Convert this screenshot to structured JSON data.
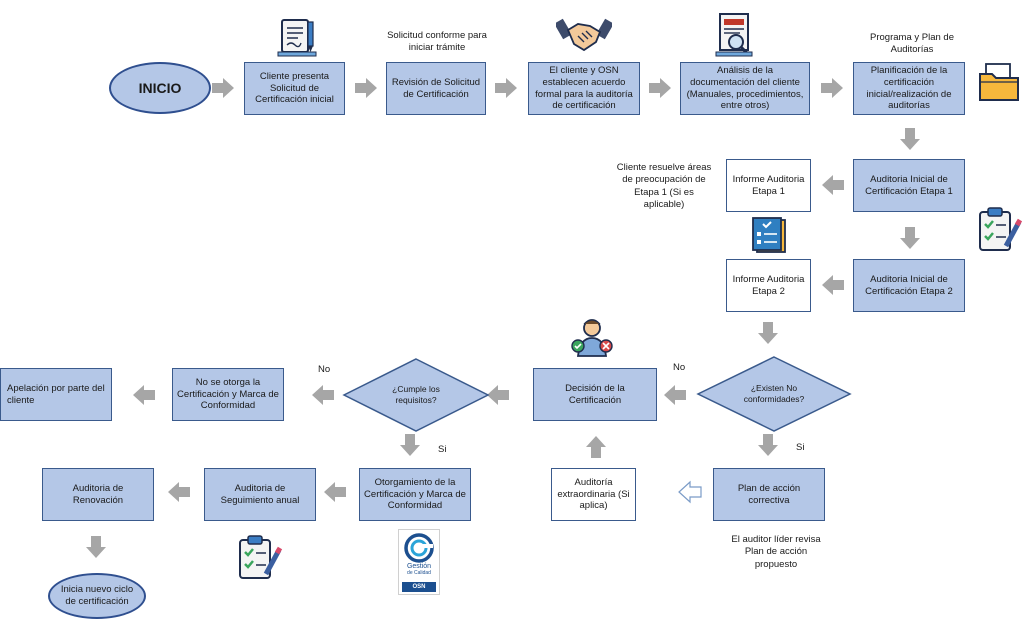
{
  "nodes": {
    "inicio": "INICIO",
    "cliente_presenta": "Cliente presenta Solicitud de Certificación inicial",
    "revision": "Revisión de Solicitud de Certificación",
    "acuerdo": "El cliente y OSN establecen acuerdo formal para la auditoría de certificación",
    "analisis": "Análisis de la documentación del cliente (Manuales, procedimientos, entre otros)",
    "planificacion": "Planificación de la certificación inicial/realización de auditorías",
    "auditoria_e1": "Auditoria Inicial de Certificación Etapa 1",
    "informe_e1": "Informe Auditoria Etapa 1",
    "auditoria_e2": "Auditoria Inicial de Certificación Etapa 2",
    "informe_e2": "Informe Auditoria Etapa 2",
    "existen_nc": "¿Existen No conformidades?",
    "plan_accion": "Plan de acción correctiva",
    "extraordinaria": "Auditoría extraordinaria (Si aplica)",
    "decision": "Decisión de la Certificación",
    "cumple": "¿Cumple los requisitos?",
    "no_otorga": "No se otorga la Certificación y Marca de Conformidad",
    "apelacion": "Apelación por parte del cliente",
    "otorgamiento": "Otorgamiento de la Certificación y Marca de Conformidad",
    "seguimiento": "Auditoria de Seguimiento anual",
    "renovacion": "Auditoria de Renovación",
    "nuevo_ciclo": "Inicia nuevo ciclo de certificación"
  },
  "notes": {
    "solicitud_conforme": "Solicitud conforme para iniciar trámite",
    "programa": "Programa y Plan de Auditorías",
    "cliente_resuelve": "Cliente resuelve áreas de preocupación de Etapa 1 (Si es aplicable)",
    "auditor_revisa": "El auditor líder revisa Plan de acción propuesto"
  },
  "labels": {
    "no_nc": "No",
    "si_nc": "Si",
    "no_cumple": "No",
    "si_cumple": "Si"
  },
  "logo": {
    "line1": "Gestión",
    "line2": "de Calidad",
    "line3": "OSN"
  },
  "icons": [
    "document-pen-icon",
    "handshake-icon",
    "document-search-icon",
    "folder-icon",
    "clipboard-check-icon",
    "checklist-icon",
    "person-decision-icon",
    "clipboard-check-icon",
    "quality-seal-icon"
  ],
  "colors": {
    "box_fill": "#b4c7e7",
    "box_border": "#3a5a8c",
    "arrow": "#a6a6a6"
  }
}
